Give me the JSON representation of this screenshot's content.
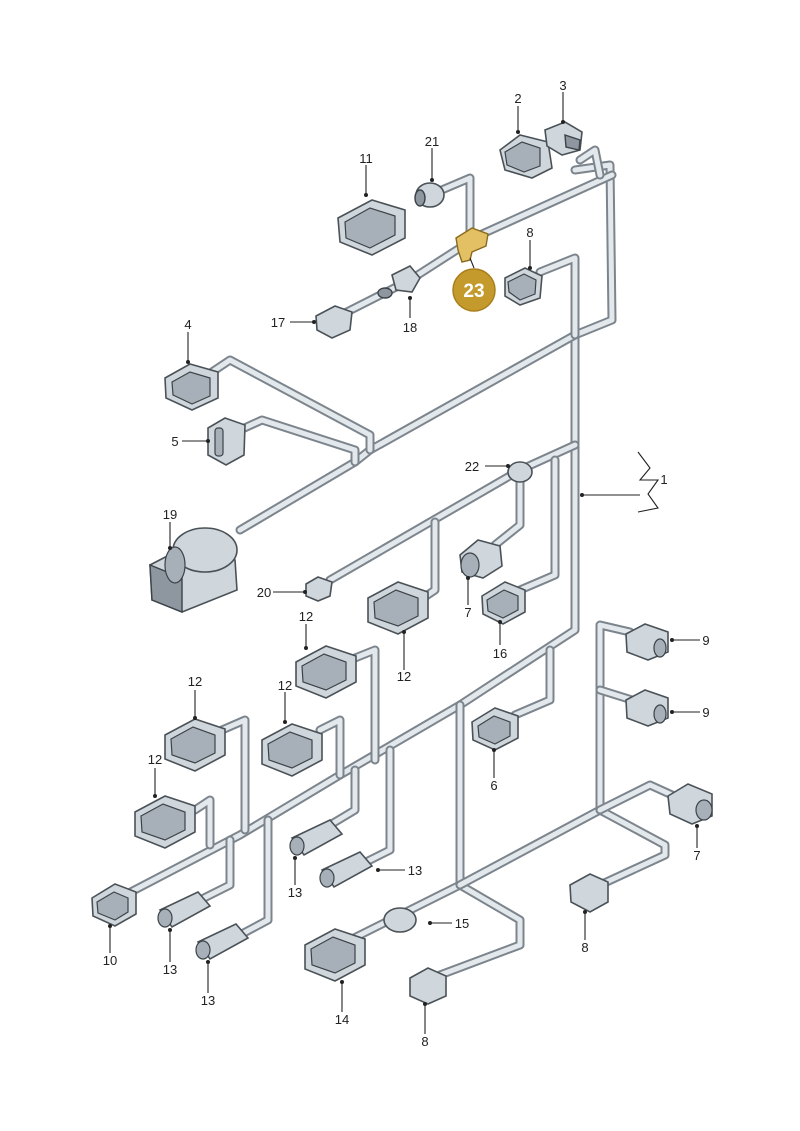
{
  "colors": {
    "background": "#ffffff",
    "harness_outline": "#7c858d",
    "harness_fill": "#e3e8ec",
    "highlight": "#e2c063",
    "badge": "#c59a2c",
    "badge_text": "#ffffff"
  },
  "labels": {
    "l1": "1",
    "l2": "2",
    "l3": "3",
    "l4": "4",
    "l5": "5",
    "l6": "6",
    "l7a": "7",
    "l7b": "7",
    "l8a": "8",
    "l8b": "8",
    "l8c": "8",
    "l9a": "9",
    "l9b": "9",
    "l10": "10",
    "l11": "11",
    "l12a": "12",
    "l12b": "12",
    "l12c": "12",
    "l12d": "12",
    "l12e": "12",
    "l13a": "13",
    "l13b": "13",
    "l13c": "13",
    "l13d": "13",
    "l14": "14",
    "l15": "15",
    "l16": "16",
    "l17": "17",
    "l18": "18",
    "l19": "19",
    "l20": "20",
    "l21": "21",
    "l22": "22"
  },
  "badge": {
    "number": "23",
    "highlighted_part": "t-connector"
  }
}
